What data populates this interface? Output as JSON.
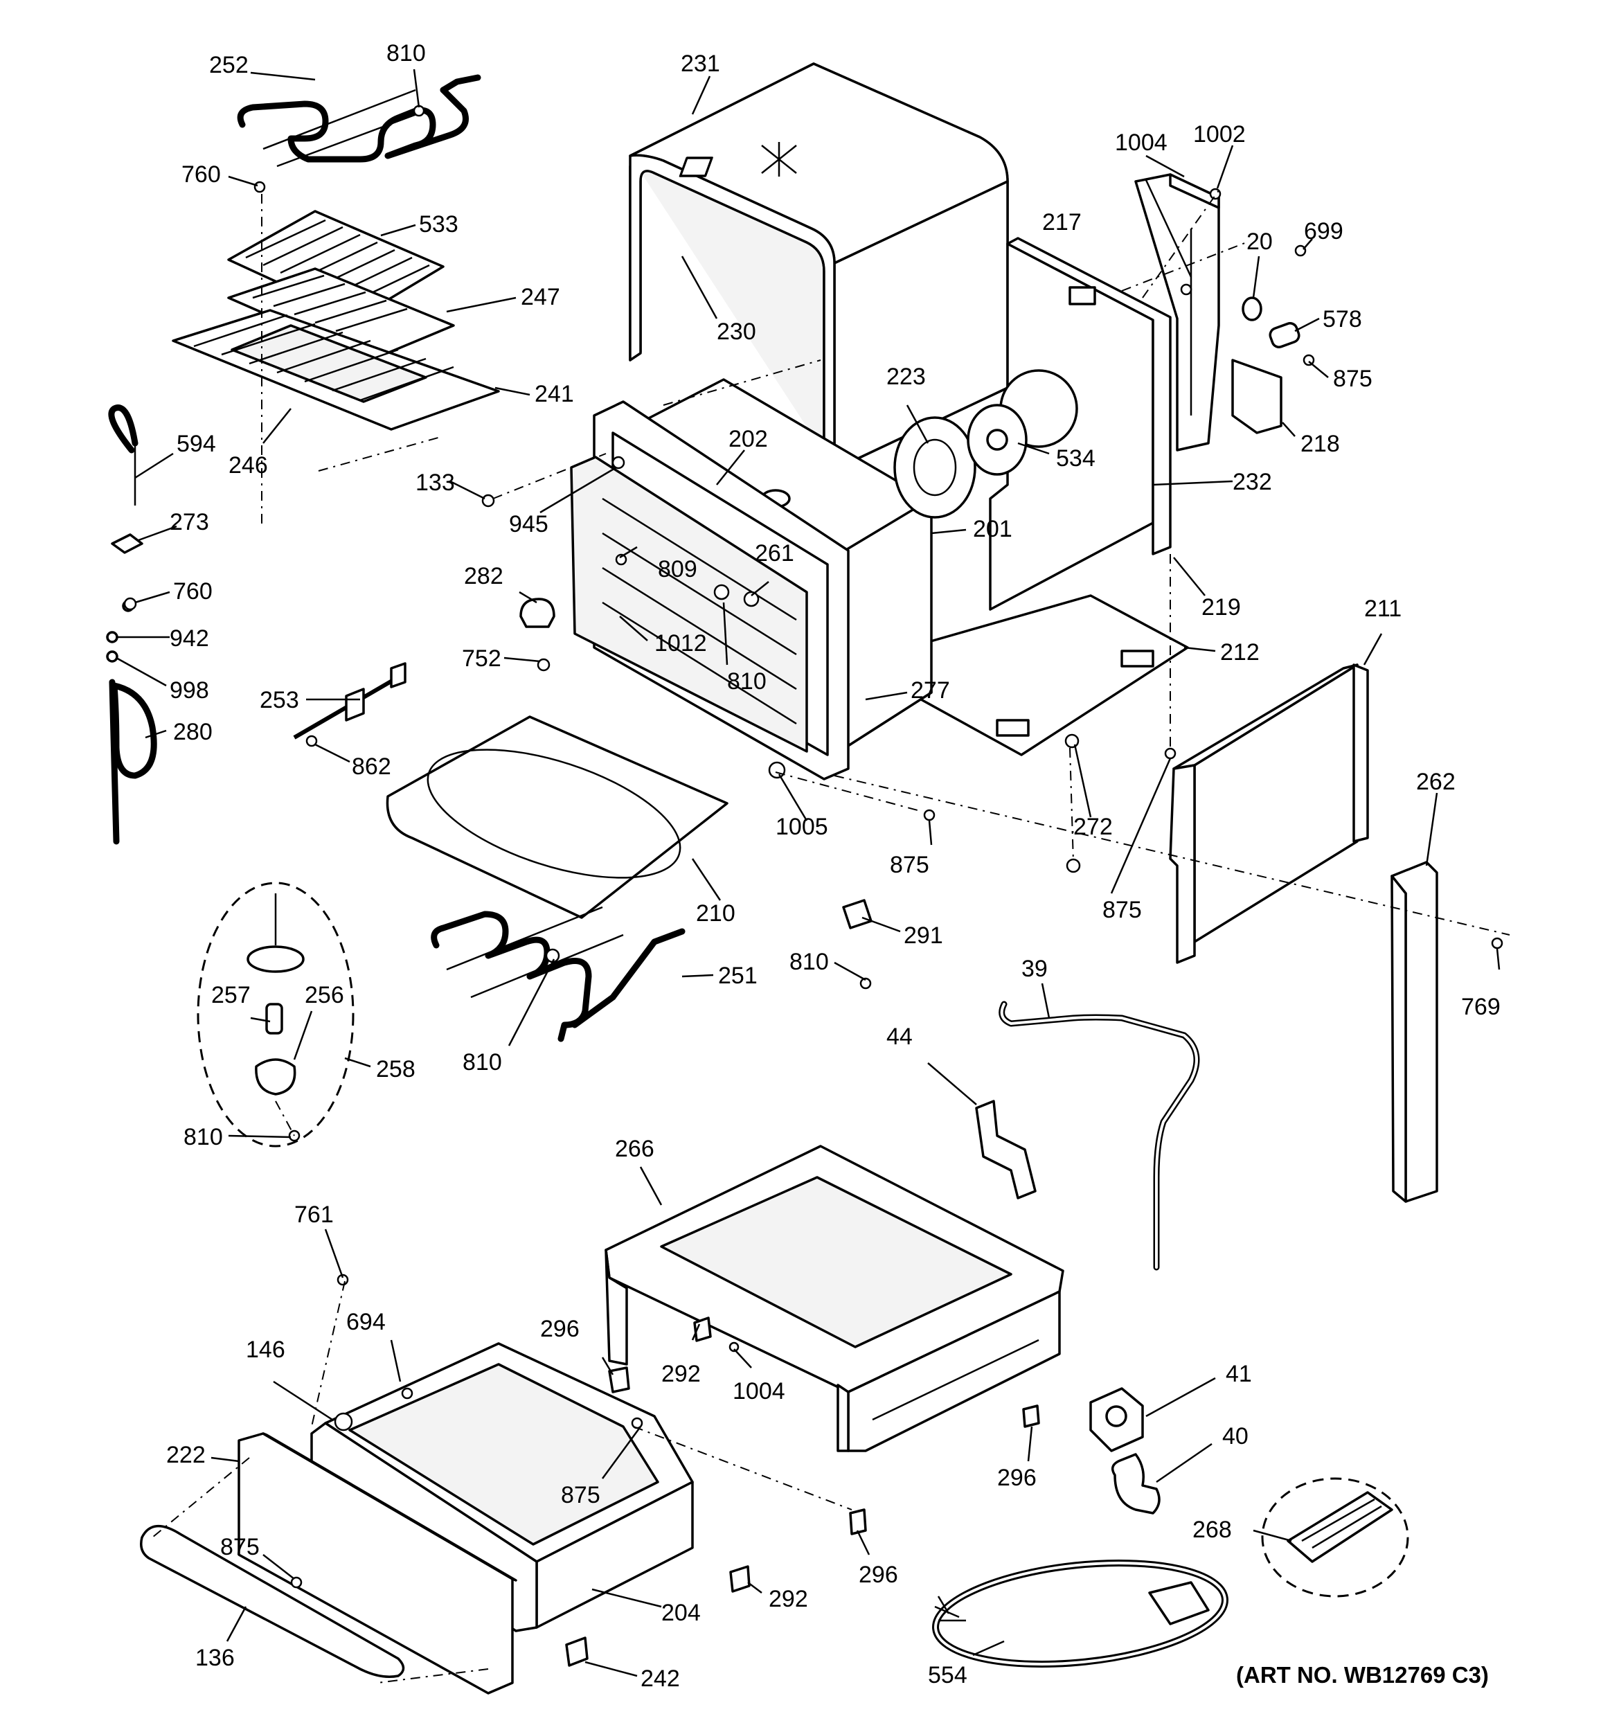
{
  "art_number": "(ART NO. WB12769 C3)",
  "labels": [
    {
      "id": "252",
      "text": "252"
    },
    {
      "id": "810-a",
      "text": "810"
    },
    {
      "id": "760-a",
      "text": "760"
    },
    {
      "id": "533",
      "text": "533"
    },
    {
      "id": "247",
      "text": "247"
    },
    {
      "id": "241",
      "text": "241"
    },
    {
      "id": "246",
      "text": "246"
    },
    {
      "id": "594",
      "text": "594"
    },
    {
      "id": "273",
      "text": "273"
    },
    {
      "id": "760-b",
      "text": "760"
    },
    {
      "id": "942",
      "text": "942"
    },
    {
      "id": "998",
      "text": "998"
    },
    {
      "id": "280",
      "text": "280"
    },
    {
      "id": "231",
      "text": "231"
    },
    {
      "id": "230",
      "text": "230"
    },
    {
      "id": "223",
      "text": "223"
    },
    {
      "id": "534",
      "text": "534"
    },
    {
      "id": "232",
      "text": "232"
    },
    {
      "id": "202",
      "text": "202"
    },
    {
      "id": "133",
      "text": "133"
    },
    {
      "id": "945",
      "text": "945"
    },
    {
      "id": "201",
      "text": "201"
    },
    {
      "id": "261",
      "text": "261"
    },
    {
      "id": "809",
      "text": "809"
    },
    {
      "id": "282",
      "text": "282"
    },
    {
      "id": "1012",
      "text": "1012"
    },
    {
      "id": "810-b",
      "text": "810"
    },
    {
      "id": "752",
      "text": "752"
    },
    {
      "id": "1004-a",
      "text": "1004"
    },
    {
      "id": "1002",
      "text": "1002"
    },
    {
      "id": "217",
      "text": "217"
    },
    {
      "id": "20",
      "text": "20"
    },
    {
      "id": "699",
      "text": "699"
    },
    {
      "id": "578",
      "text": "578"
    },
    {
      "id": "875-a",
      "text": "875"
    },
    {
      "id": "218",
      "text": "218"
    },
    {
      "id": "219",
      "text": "219"
    },
    {
      "id": "212",
      "text": "212"
    },
    {
      "id": "211",
      "text": "211"
    },
    {
      "id": "277",
      "text": "277"
    },
    {
      "id": "253",
      "text": "253"
    },
    {
      "id": "862",
      "text": "862"
    },
    {
      "id": "1005",
      "text": "1005"
    },
    {
      "id": "875-b",
      "text": "875"
    },
    {
      "id": "272",
      "text": "272"
    },
    {
      "id": "875-c",
      "text": "875"
    },
    {
      "id": "262",
      "text": "262"
    },
    {
      "id": "210",
      "text": "210"
    },
    {
      "id": "291",
      "text": "291"
    },
    {
      "id": "810-c",
      "text": "810"
    },
    {
      "id": "251",
      "text": "251"
    },
    {
      "id": "810-d",
      "text": "810"
    },
    {
      "id": "257",
      "text": "257"
    },
    {
      "id": "256",
      "text": "256"
    },
    {
      "id": "258",
      "text": "258"
    },
    {
      "id": "810-e",
      "text": "810"
    },
    {
      "id": "39",
      "text": "39"
    },
    {
      "id": "769",
      "text": "769"
    },
    {
      "id": "44",
      "text": "44"
    },
    {
      "id": "266",
      "text": "266"
    },
    {
      "id": "761",
      "text": "761"
    },
    {
      "id": "694",
      "text": "694"
    },
    {
      "id": "146",
      "text": "146"
    },
    {
      "id": "296-a",
      "text": "296"
    },
    {
      "id": "292-a",
      "text": "292"
    },
    {
      "id": "1004-b",
      "text": "1004"
    },
    {
      "id": "41",
      "text": "41"
    },
    {
      "id": "296-b",
      "text": "296"
    },
    {
      "id": "40",
      "text": "40"
    },
    {
      "id": "222",
      "text": "222"
    },
    {
      "id": "875-d",
      "text": "875"
    },
    {
      "id": "268",
      "text": "268"
    },
    {
      "id": "875-e",
      "text": "875"
    },
    {
      "id": "292-b",
      "text": "292"
    },
    {
      "id": "296-c",
      "text": "296"
    },
    {
      "id": "136",
      "text": "136"
    },
    {
      "id": "204",
      "text": "204"
    },
    {
      "id": "554",
      "text": "554"
    },
    {
      "id": "242",
      "text": "242"
    }
  ]
}
